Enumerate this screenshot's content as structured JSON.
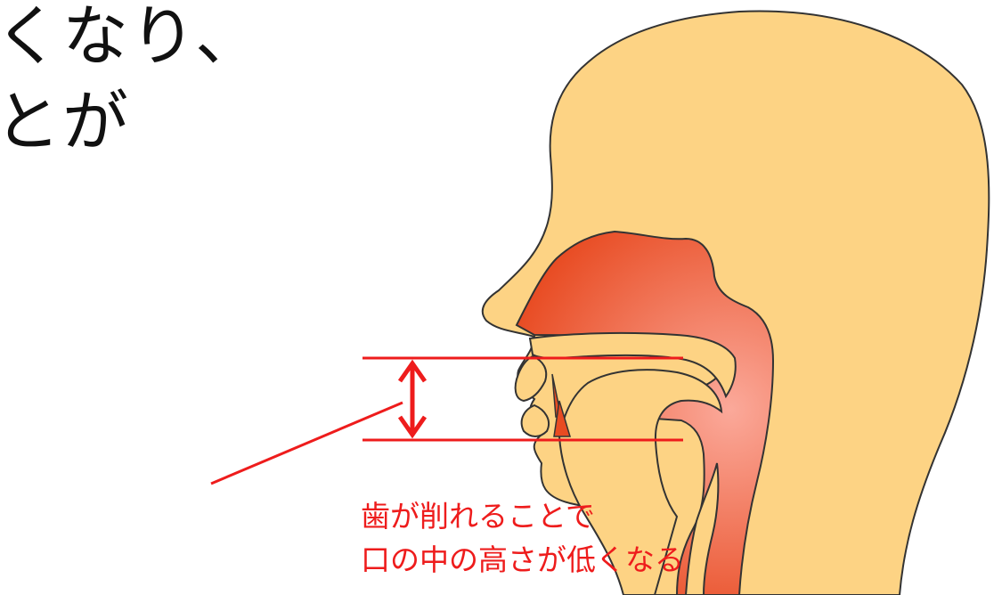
{
  "heading": {
    "line1": "くなり、",
    "line2": "とが"
  },
  "annotation": {
    "line1": "歯が削れることで",
    "line2": "口の中の高さが低くなる",
    "color": "#ee1c1c"
  },
  "colors": {
    "skin": "#fdd384",
    "outline": "#333333",
    "cavity_light": "#fba99a",
    "cavity_dark": "#e84b22"
  }
}
